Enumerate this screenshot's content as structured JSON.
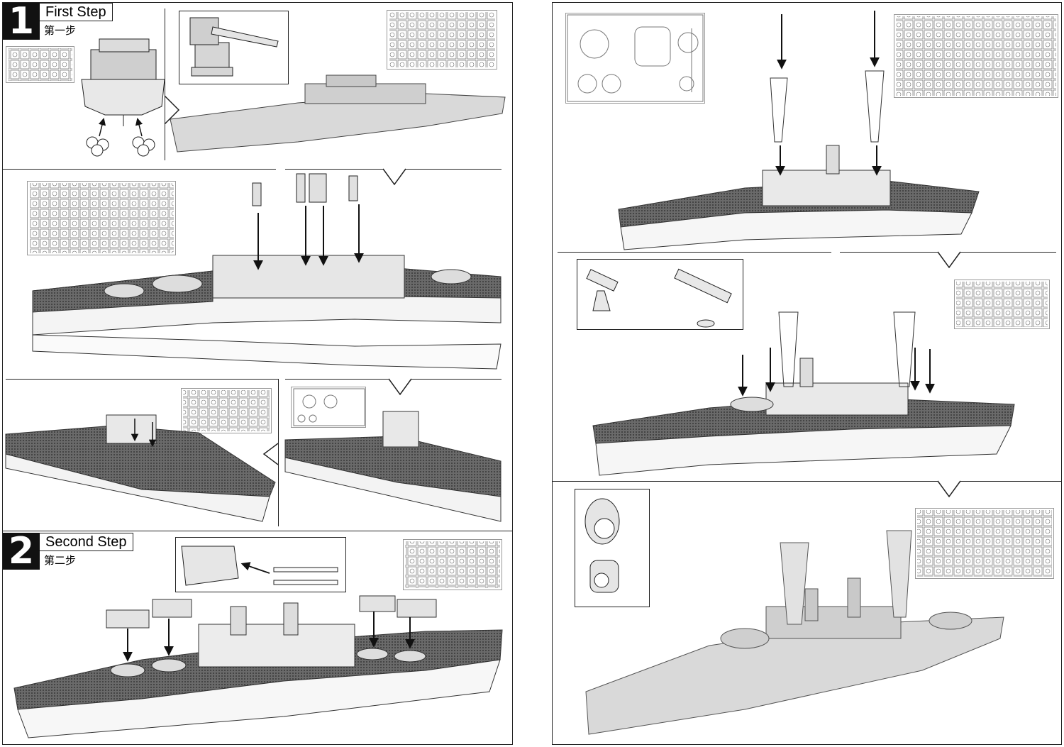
{
  "steps": [
    {
      "number": "1",
      "title": "First Step",
      "subtitle": "第一步"
    },
    {
      "number": "2",
      "title": "Second Step",
      "subtitle": "第二步"
    }
  ],
  "colors": {
    "line": "#222222",
    "deck": "#555555",
    "hull_gray": "#d9d9d9"
  }
}
